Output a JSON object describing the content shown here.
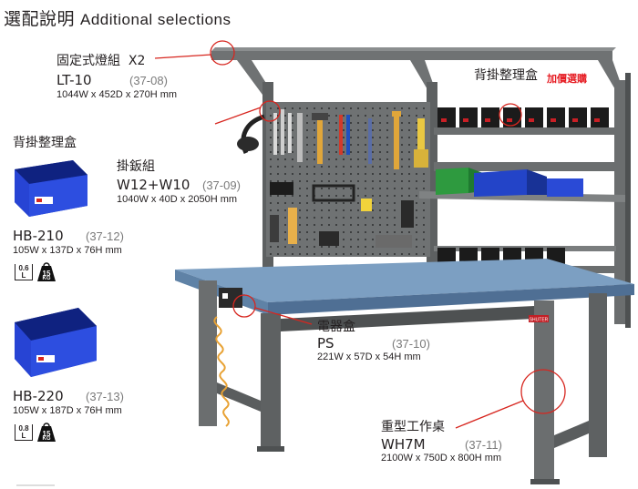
{
  "page": {
    "title": "選配說明",
    "subtitle": "Additional selections"
  },
  "lamp": {
    "name": "固定式燈組",
    "qty": "X2",
    "model": "LT-10",
    "code": "(37-08)",
    "dims": "1044W x 452D x 270H mm"
  },
  "rear_bin": {
    "name": "背掛整理盒",
    "note": "加價選購"
  },
  "pegboard": {
    "name": "掛鈑組",
    "model": "W12+W10",
    "code": "(37-09)",
    "dims": "1040W x 40D x 2050H mm"
  },
  "bins_header": "背掛整理盒",
  "bin1": {
    "model": "HB-210",
    "code": "(37-12)",
    "dims": "105W x 137D x 76H mm",
    "load": "0.6",
    "load_unit": "L",
    "weight": "15",
    "weight_unit": "KG"
  },
  "bin2": {
    "model": "HB-220",
    "code": "(37-13)",
    "dims": "105W x 187D x 76H mm",
    "load": "0.8",
    "load_unit": "L",
    "weight": "15",
    "weight_unit": "KG"
  },
  "powerbox": {
    "name": "電器盒",
    "model": "PS",
    "code": "(37-10)",
    "dims": "221W x 57D x 54H mm"
  },
  "bench": {
    "name": "重型工作桌",
    "model": "WH7M",
    "code": "(37-11)",
    "dims": "2100W x 750D x 800H mm",
    "brand": "SHUTER"
  },
  "colors": {
    "frame": "#6b6e6f",
    "frame_dark": "#4e5152",
    "top": "#6f93b6",
    "bin_blue": "#1f3fbf",
    "bin_green": "#2ea043",
    "callout": "#d7261f"
  }
}
